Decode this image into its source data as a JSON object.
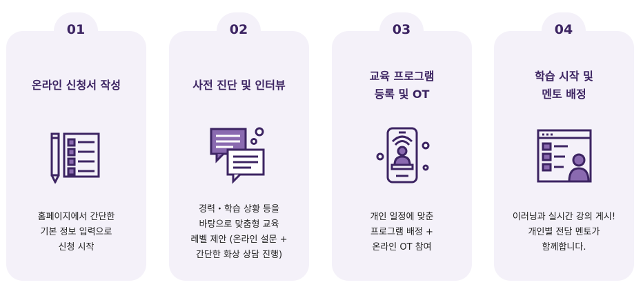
{
  "steps": [
    {
      "number": "01",
      "title_lines": [
        "온라인 신청서 작성"
      ],
      "desc_lines": [
        "홈페이지에서 간단한",
        "기본 정보 입력으로",
        "신청 시작"
      ],
      "icon": "form-checklist-icon"
    },
    {
      "number": "02",
      "title_lines": [
        "사전 진단 및 인터뷰"
      ],
      "desc_lines": [
        "경력・학습 상황 등을",
        "바탕으로 맞춤형 교육",
        "레벨 제안 (온라인 설문 +",
        "간단한 화상 상담 진행)"
      ],
      "icon": "chat-bubbles-icon"
    },
    {
      "number": "03",
      "title_lines": [
        "교육 프로그램",
        "등록 및 OT"
      ],
      "desc_lines": [
        "개인 일정에 맞춘",
        "프로그램 배정 +",
        "온라인 OT 참여"
      ],
      "icon": "phone-webinar-icon"
    },
    {
      "number": "04",
      "title_lines": [
        "학습 시작 및",
        "멘토 배정"
      ],
      "desc_lines": [
        "이러닝과 실시간 강의 게시!",
        "개인별 전담 멘토가",
        "함께합니다."
      ],
      "icon": "browser-mentor-icon"
    }
  ],
  "colors": {
    "card_bg": "#f4f1f9",
    "title": "#3c2462",
    "icon_stroke": "#3c2462",
    "icon_fill": "#8a6ab0"
  }
}
